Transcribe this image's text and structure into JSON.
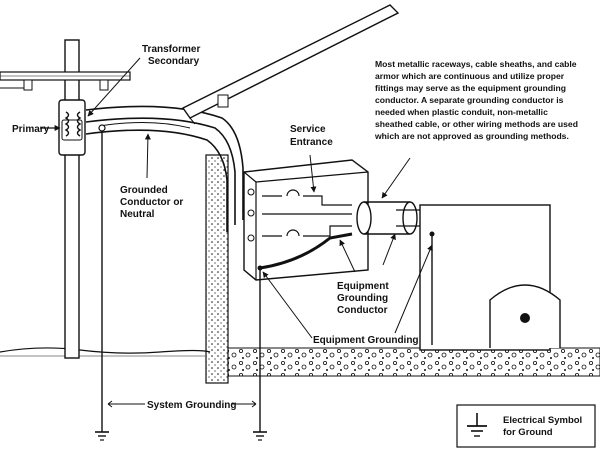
{
  "labels": {
    "transformer_line1": "Transformer",
    "transformer_line2": "Secondary",
    "primary": "Primary",
    "grounded_line1": "Grounded",
    "grounded_line2": "Conductor or",
    "grounded_line3": "Neutral",
    "service_line1": "Service",
    "service_line2": "Entrance",
    "note_lines": [
      "Most metallic raceways, cable sheaths, and cable",
      "armor which are continuous and utilize proper",
      "fittings may serve as the equipment grounding",
      "conductor.  A separate grounding conductor is",
      "needed when plastic conduit, non-metallic",
      "sheathed cable, or other wiring methods are used",
      "which are not approved as grounding methods."
    ],
    "egc_line1": "Equipment",
    "egc_line2": "Grounding",
    "egc_line3": "Conductor",
    "equipment_grounding": "Equipment Grounding",
    "system_grounding": "System Grounding",
    "symbol_line1": "Electrical Symbol",
    "symbol_line2": "for Ground"
  },
  "icons": {
    "ground_symbol": "ground-icon",
    "transformer_coil": "transformer-coil-icon"
  },
  "colors": {
    "ink": "#111111",
    "background": "#ffffff"
  }
}
